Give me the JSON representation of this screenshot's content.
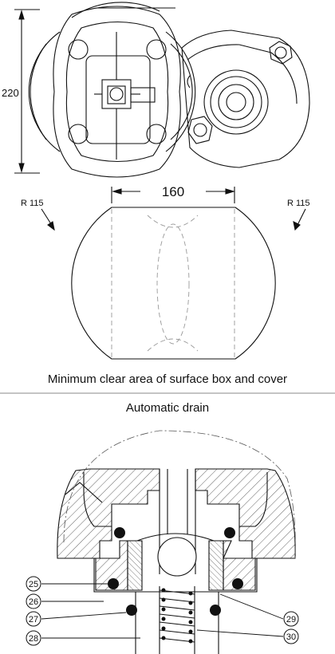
{
  "top_view": {
    "height_dim": "220"
  },
  "clear_area": {
    "width_dim": "160",
    "radius_left": "R 115",
    "radius_right": "R 115",
    "caption": "Minimum clear area of surface box and cover"
  },
  "drain": {
    "title": "Automatic drain",
    "callouts": [
      "25",
      "26",
      "27",
      "28",
      "29",
      "30"
    ]
  }
}
